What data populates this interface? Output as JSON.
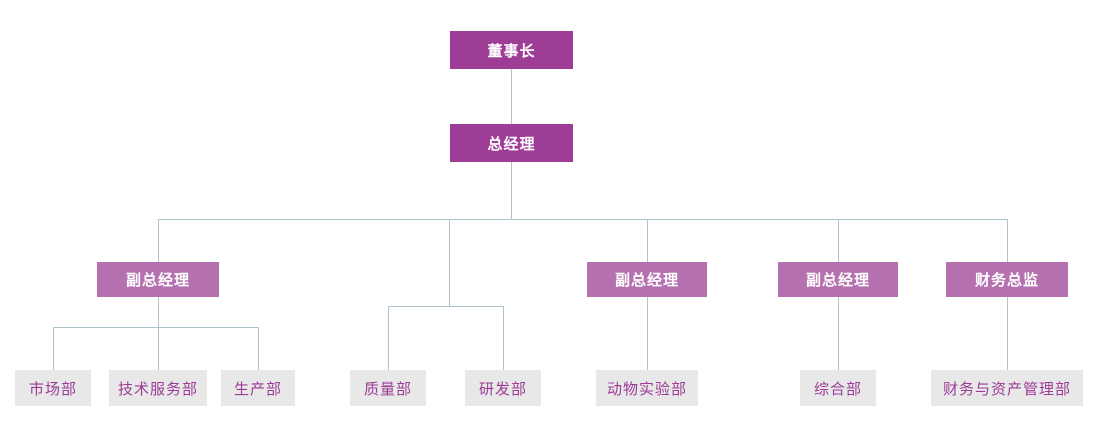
{
  "colors": {
    "primary_box": "#9E3D96",
    "secondary_box": "#B571AF",
    "tertiary_box": "#E8E8E8",
    "tertiary_text": "#9C3B96",
    "connector_line": "#AFC3CD",
    "primary_text": "#FFFFFF"
  },
  "org": {
    "type": "org-chart",
    "structure": {
      "label": "董事长",
      "children": [
        {
          "label": "总经理",
          "children": [
            {
              "label": "副总经理",
              "children": [
                {
                  "label": "市场部"
                },
                {
                  "label": "技术服务部"
                },
                {
                  "label": "生产部"
                }
              ]
            },
            {
              "label": null,
              "children": [
                {
                  "label": "质量部"
                },
                {
                  "label": "研发部"
                }
              ]
            },
            {
              "label": "副总经理",
              "children": [
                {
                  "label": "动物实验部"
                }
              ]
            },
            {
              "label": "副总经理",
              "children": [
                {
                  "label": "综合部"
                }
              ]
            },
            {
              "label": "财务总监",
              "children": [
                {
                  "label": "财务与资产管理部"
                }
              ]
            }
          ]
        }
      ]
    }
  }
}
